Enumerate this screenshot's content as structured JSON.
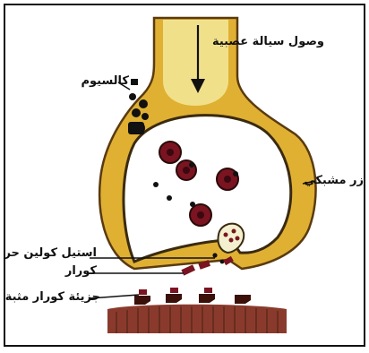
{
  "labels": {
    "nerve_impulse": "وصول سيالة عصبية",
    "calcium": "كالسيوم",
    "synaptic_button": "زر مشبكي",
    "acetylcholine_free": "استيل كولين حر",
    "curare": "كورار",
    "inhibited_curare_molecule": "جزيئة كورار مثبة"
  },
  "colors": {
    "button_outer": "#e0b033",
    "button_inner": "#f1e08a",
    "vesicle": "#7a1420",
    "membrane_dark": "#5a2a1a",
    "postsynaptic": "#8a3a2c",
    "calcium_dot": "#111111"
  }
}
